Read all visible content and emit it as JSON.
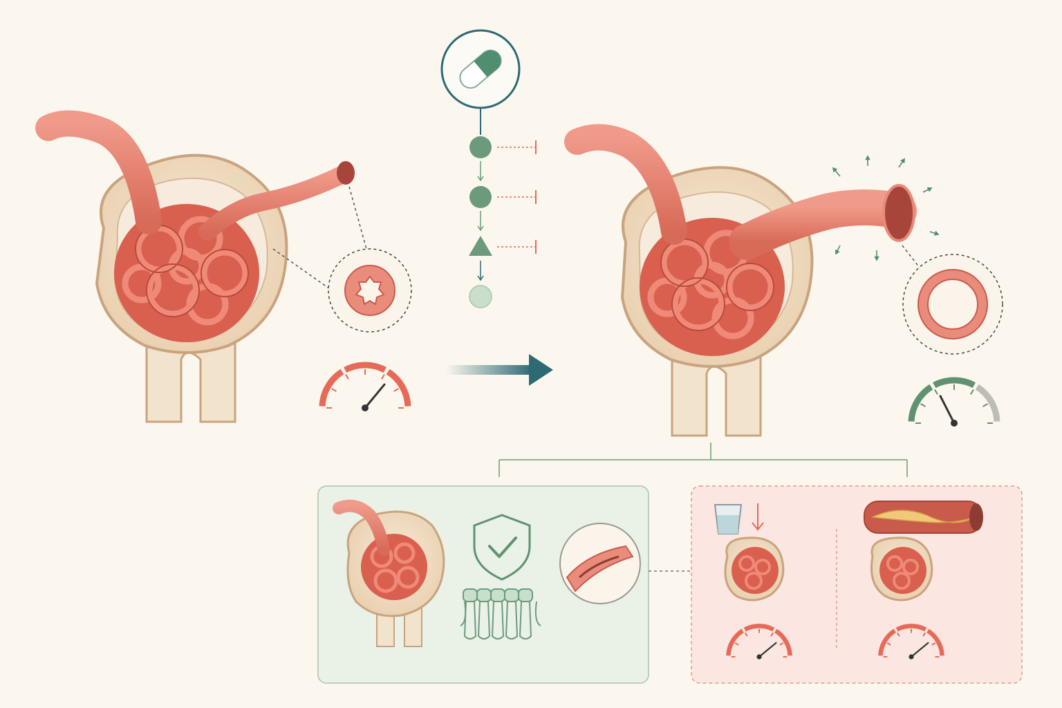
{
  "colors": {
    "background": "#fbf7ee",
    "vessel": "#e47c6c",
    "vessel_dark": "#c95b4c",
    "capsule": "#ecd3b5",
    "capsule_edge": "#c9a37e",
    "tubule_cells": "#f2e3cc",
    "teal": "#2e6a74",
    "green": "#6c9b7c",
    "green_light": "#c9dfcd",
    "red_accent": "#e26a55",
    "gauge_red": "#e56b58",
    "gauge_green": "#5f9270",
    "gauge_grey": "#bdbdb5",
    "panel_green": "#eaf1e6",
    "panel_red": "#fbe6e1"
  },
  "icons": {
    "drug": "capsule-pill-icon",
    "protection": "shield-check-icon",
    "fluid": "water-glass-icon",
    "decrease": "down-arrow-icon",
    "plaque": "atherosclerotic-artery-icon",
    "pressure": "pressure-gauge-icon",
    "flow": "right-arrow-icon",
    "dilation": "expansion-arrows-icon",
    "inhibition": "inhibition-bar-icon"
  },
  "pathway": {
    "steps": [
      "circle",
      "circle",
      "triangle",
      "circle-faded"
    ],
    "inhibited_steps": 3
  },
  "gauges": {
    "before": {
      "state": "high",
      "level": 0.72
    },
    "after": {
      "state": "normal",
      "level": 0.35
    },
    "low_fluid": {
      "state": "high",
      "level": 0.78
    },
    "atherosclerosis": {
      "state": "high",
      "level": 0.78
    }
  },
  "vessel_lumen": {
    "before": "constricted",
    "after": "dilated"
  }
}
